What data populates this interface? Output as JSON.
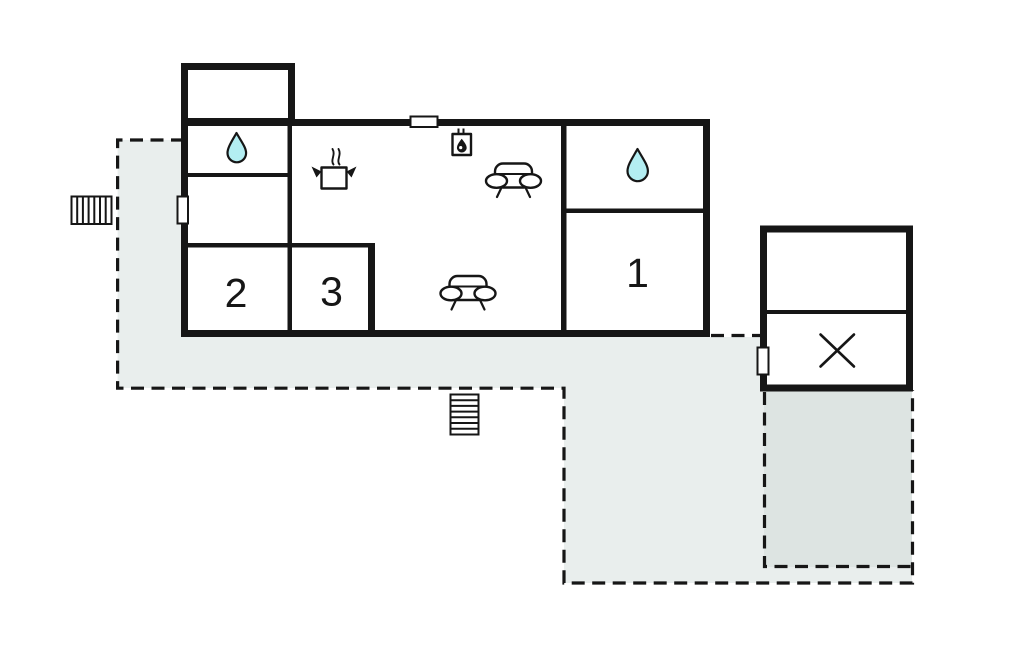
{
  "colors": {
    "wall": "#161616",
    "terrace_light": "#e9eeed",
    "terrace_dark": "#dde4e2",
    "water": "#b3eef2",
    "background": "#ffffff"
  },
  "rooms": {
    "room1": {
      "label": "1"
    },
    "room2": {
      "label": "2"
    },
    "room3": {
      "label": "3"
    }
  },
  "icons": {
    "water_drop": "teardrop (bathroom/water point)",
    "fireplace": "flame-in-box with chimney ticks",
    "stove": "cooking pot with steam",
    "sofa": "sofa front view",
    "stairs": "hatched steps",
    "storage_cross": "x-mark",
    "door": "white gap in wall"
  }
}
